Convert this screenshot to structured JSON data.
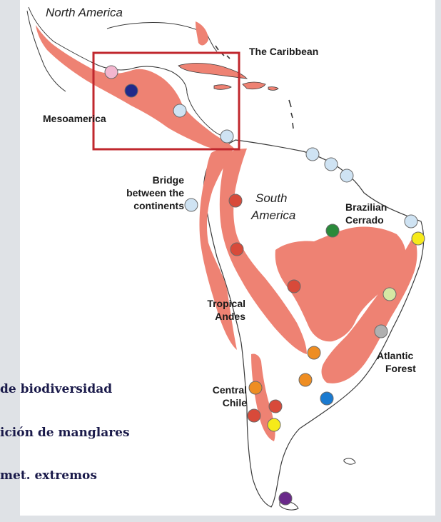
{
  "labels": {
    "north_america": "North America",
    "caribbean": "The Caribbean",
    "mesoamerica": "Mesoamerica",
    "bridge_1": "Bridge",
    "bridge_2": "between the",
    "bridge_3": "continents",
    "south_america_1": "South",
    "south_america_2": "America",
    "brazilian_1": "Brazilian",
    "brazilian_2": "Cerrado",
    "tropical_1": "Tropical",
    "tropical_2": "Andes",
    "atlantic_1": "Atlantic",
    "atlantic_2": "Forest",
    "chile_1": "Central",
    "chile_2": "Chile"
  },
  "legend": {
    "line1": "de biodiversidad",
    "line2": "ición de manglares",
    "line3": "met. extremos"
  },
  "colors": {
    "hotspot": "#ee8273",
    "coast": "#3a3a3a",
    "highlight_box": "#c0272d",
    "marker_light_blue": "#cfe3f3",
    "marker_red": "#d84a3a",
    "marker_orange": "#ee8d22",
    "marker_yellow": "#f6ea1a",
    "marker_green": "#2a8a3a",
    "marker_navy": "#202a8a",
    "marker_pink": "#f3b6cf",
    "marker_purple": "#6a2a8a",
    "marker_blue": "#1a7ad0",
    "marker_light_green": "#d6e8a4",
    "marker_gray": "#b0b0b0"
  }
}
